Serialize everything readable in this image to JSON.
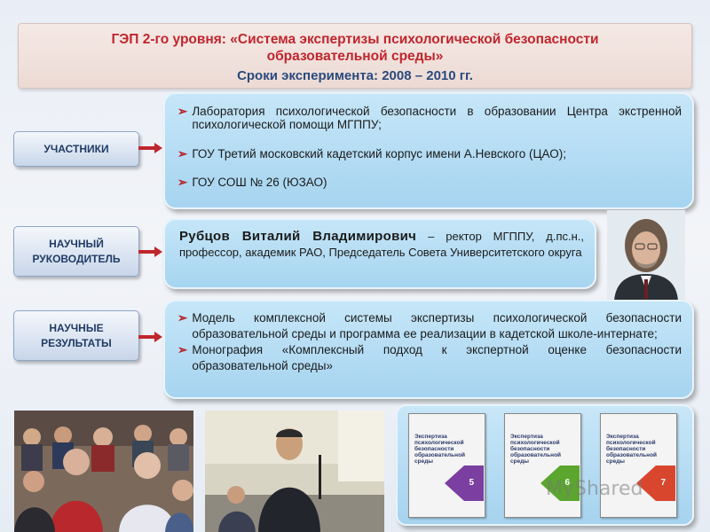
{
  "header": {
    "title": "ГЭП 2-го уровня: «Система экспертизы психологической безопасности образовательной среды»",
    "period": "Сроки эксперимента: 2008 – 2010 гг."
  },
  "participants": {
    "label": "УЧАСТНИКИ",
    "items": [
      "Лаборатория психологической безопасности в образовании Центра экстренной психологической помощи МГППУ;",
      "ГОУ Третий московский кадетский корпус имени А.Невского (ЦАО);",
      "ГОУ СОШ № 26 (ЮЗАО)"
    ]
  },
  "supervisor": {
    "label": "НАУЧНЫЙ\nРУКОВОДИТЕЛЬ",
    "name": "Рубцов Виталий Владимирович",
    "description": "– ректор МГППУ, д.пс.н., профессор, академик РАО, Председатель Совета Университетского округа"
  },
  "results": {
    "label": "НАУЧНЫЕ\nРЕЗУЛЬТАТЫ",
    "items": [
      "Модель комплексной системы экспертизы психологической безопасности образовательной среды и программа ее реализации в кадетской школе-интернате;",
      "Монография «Комплексный подход к экспертной оценке безопасности образовательной среды»"
    ]
  },
  "books": [
    {
      "title": "Экспертиза психологической безопасности образовательной среды",
      "number": "5",
      "color": "#7a3fa0"
    },
    {
      "title": "Экспертиза психологической безопасности образовательной среды",
      "number": "6",
      "color": "#5aa62e"
    },
    {
      "title": "Экспертиза психологической безопасности образовательной среды",
      "number": "7",
      "color": "#d9462e"
    }
  ],
  "watermark": "MyShared",
  "colors": {
    "accent": "#c0262d",
    "label_text": "#203b66",
    "box": "#a6d4f0"
  }
}
